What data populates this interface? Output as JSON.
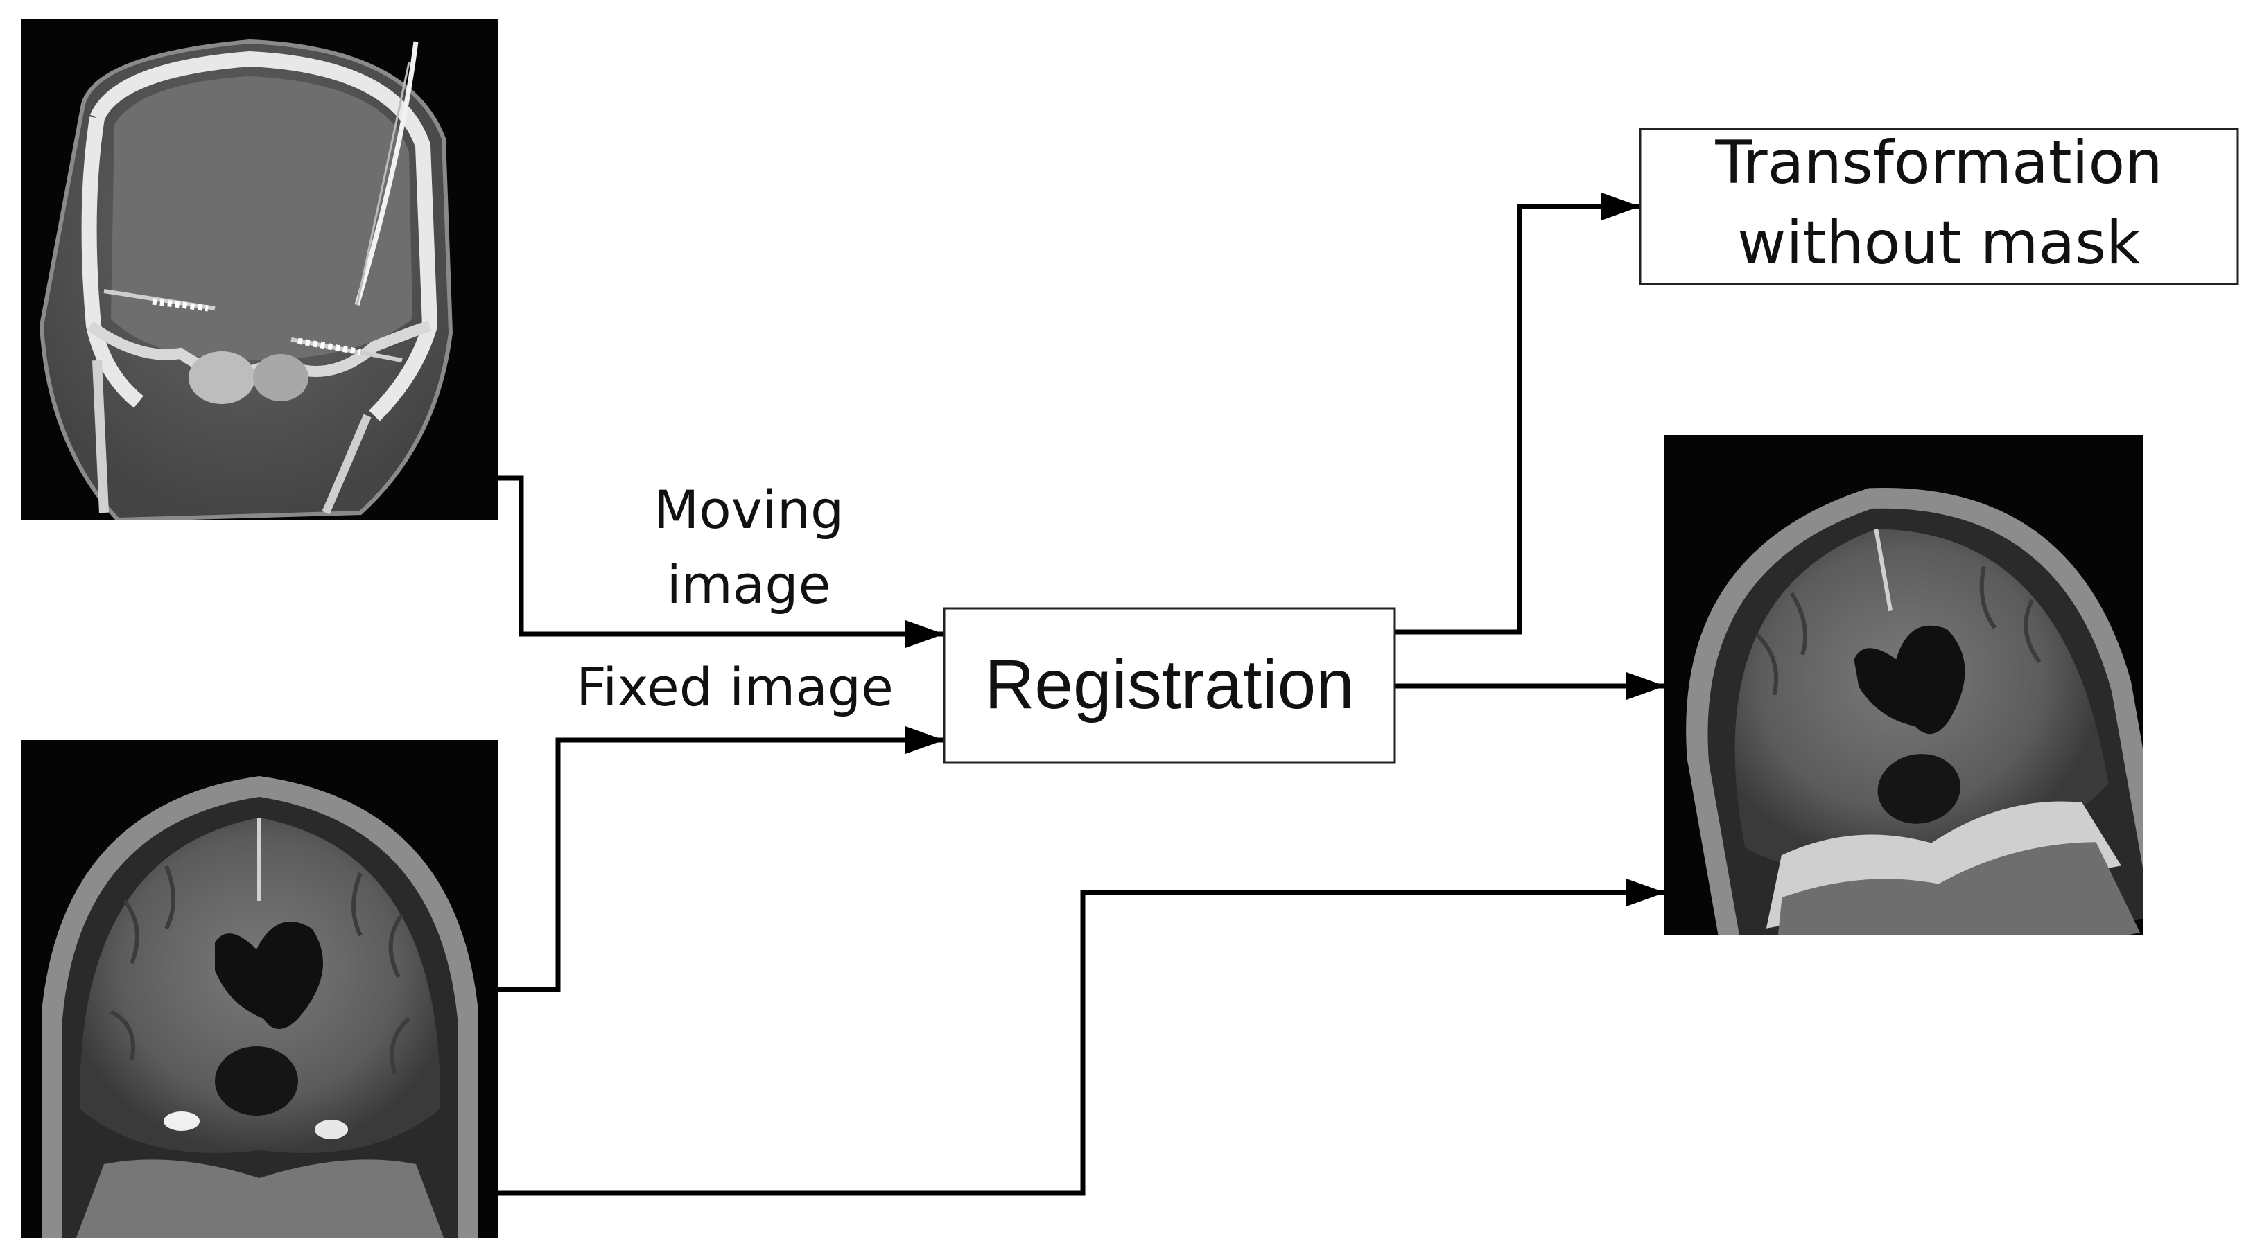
{
  "diagram": {
    "images": {
      "ct": "ct-coronal-skull-scan",
      "mri_fixed": "mri-coronal-brain-scan",
      "mri_registered": "mri-coronal-brain-scan-rotated"
    },
    "labels": {
      "moving_line1": "Moving",
      "moving_line2": "image",
      "fixed": "Fixed image"
    },
    "registration": {
      "label": "Registration"
    },
    "transformation": {
      "line1": "Transformation",
      "line2": "without mask"
    },
    "colors": {
      "line": "#000000",
      "box_border": "#222222",
      "scan_bg": "#050505"
    }
  }
}
